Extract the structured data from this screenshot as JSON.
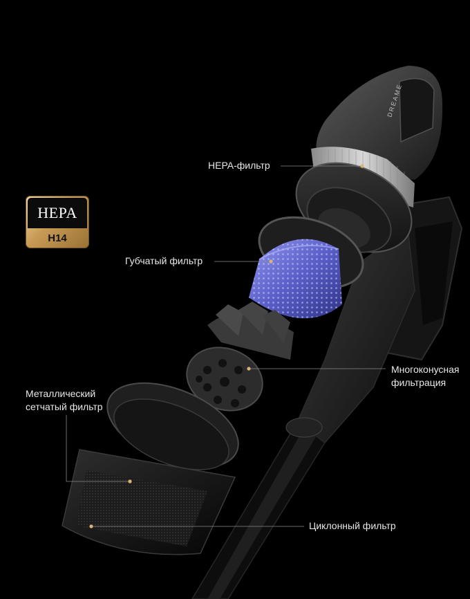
{
  "brand_text": "DREAME",
  "badge": {
    "title": "HEPA",
    "subtitle": "H14"
  },
  "labels": {
    "hepa_filter": "HEPA-фильтр",
    "sponge_filter": "Губчатый фильтр",
    "multicone": [
      "Многоконусная",
      "фильтрация"
    ],
    "metal_mesh": [
      "Металлический",
      "сетчатый фильтр"
    ],
    "cyclone": "Циклонный фильтр"
  },
  "colors": {
    "background": "#000000",
    "accent_gold": "#c79a54",
    "sponge_blue": "#5a5fc8",
    "body_gray": "#3a3a3a"
  }
}
